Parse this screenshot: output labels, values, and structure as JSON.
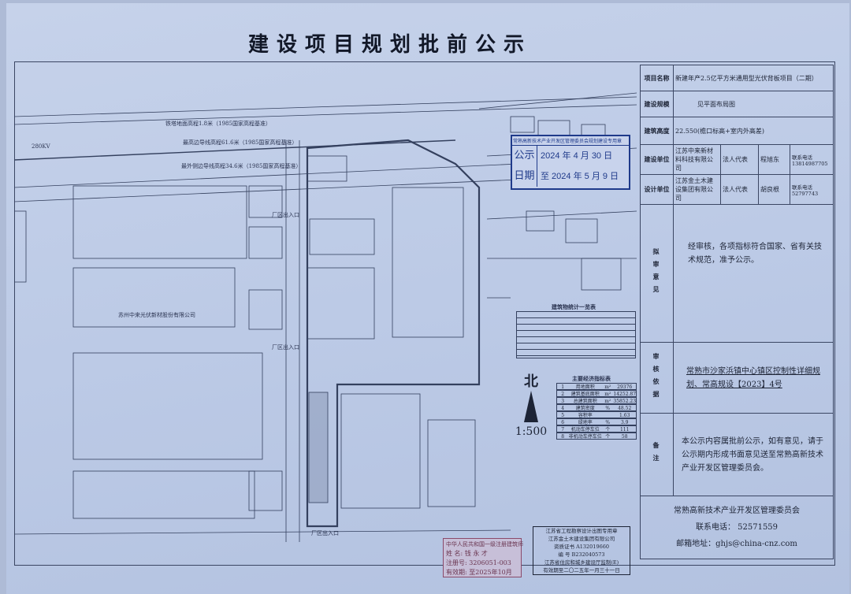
{
  "title": "建设项目规划批前公示",
  "table": {
    "project_name_label": "项目名称",
    "project_name": "新建年产2.5亿平方米通用型光伏背板项目（二期）",
    "scale_label": "建设规模",
    "scale": "见平面布局图",
    "height_label": "建筑高度",
    "height": "22.550(檐口标高+室内外高差)",
    "builder_label": "建设单位",
    "builder": "江苏中来新材料科技有限公司",
    "builder_rep_label": "法人代表",
    "builder_rep": "程旭东",
    "builder_phone_label": "联系电话",
    "builder_phone": "13814987705",
    "designer_label": "设计单位",
    "designer": "江苏金土木建设集团有限公司",
    "designer_rep_label": "法人代表",
    "designer_rep": "胡良根",
    "designer_phone_label": "联系电话",
    "designer_phone": "52797743",
    "opinion_label": "拟审意见",
    "opinion": "经审核，各项指标符合国家、省有关技术规范，准予公示。",
    "basis_label": "审核依据",
    "basis": "常熟市沙家浜镇中心镇区控制性详细规划、常高规设【2023】4号",
    "remarks_label": "备注",
    "remarks": "本公示内容属批前公示，如有意见，请于公示期内形成书面意见送至常熟高新技术产业开发区管理委员会。",
    "footer_org": "常熟高新技术产业开发区管理委员会",
    "footer_phone": "联系电话：  52571559",
    "footer_email": "邮箱地址：ghjs@china-cnz.com"
  },
  "date_stamp": {
    "header": "常熟高新技术产业开发区管理委员会规划建设专用章",
    "label1": "公示",
    "label2": "日期",
    "from": "2024 年 4 月 30 日",
    "to": "至 2024 年 5 月 9 日"
  },
  "plan_labels": {
    "tower": "铁塔地面高程1.8米（1985国家高程基准）",
    "highest": "最高边导线高程61.6米（1985国家高程基准）",
    "outer": "最外侧边导线高程34.6米（1985国家高程基准）",
    "company": "苏州中来光伏新材股份有限公司",
    "entrance1": "厂区出入口",
    "entrance2": "厂区出入口",
    "entrance3": "厂区出入口",
    "road": "280KV",
    "north": "北",
    "scale": "1:500",
    "econ_title": "主要经济指标表",
    "build_title": "建筑物统计一览表"
  },
  "econ": [
    [
      "1",
      "用地面积",
      "m²",
      "29376"
    ],
    [
      "2",
      "建筑基底面积",
      "m²",
      "14252.87"
    ],
    [
      "3",
      "总建筑面积",
      "m²",
      "35852.23"
    ],
    [
      "4",
      "建筑密度",
      "%",
      "48.52"
    ],
    [
      "5",
      "容积率",
      "",
      "1.63"
    ],
    [
      "6",
      "绿地率",
      "%",
      "3.9"
    ],
    [
      "7",
      "机动车停车位",
      "个",
      "111"
    ],
    [
      "8",
      "非机动车停车位",
      "个",
      "58"
    ]
  ],
  "architect_stamp": {
    "title": "中华人民共和国一级注册建筑师",
    "name": "姓  名: 钱 永 才",
    "reg": "注册号: 3206051-003",
    "valid": "有效期: 至2025年10月"
  },
  "review_stamp": {
    "l1": "江苏省工程勘察设计出图专用章",
    "l2": "江苏金土木建设集团有限公司",
    "l3": "资质证书 A132019660",
    "l4": "编  号 B232040573",
    "l5": "江苏省住房和城乡建设厅监制(E)",
    "l6": "有效期至二〇二五年一月三十一日"
  }
}
